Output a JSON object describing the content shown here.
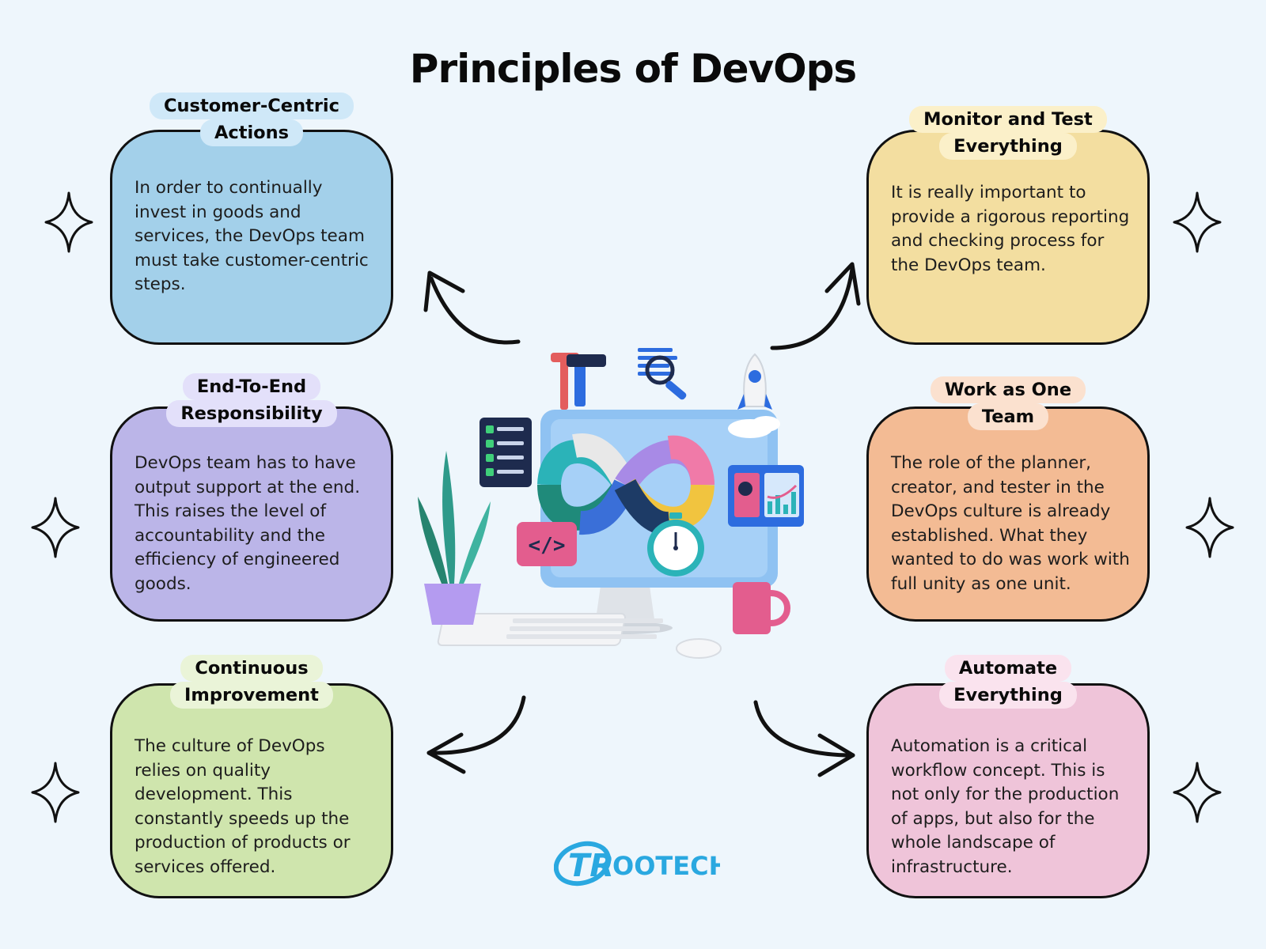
{
  "title": "Principles of DevOps",
  "colors": {
    "background": "#eef6fc",
    "blue": "#a3d0ea",
    "blue_tab": "#cfe8f8",
    "yellow": "#f3dea0",
    "yellow_tab": "#fbf0c9",
    "purple": "#bbb5e8",
    "purple_tab": "#e3e0fa",
    "orange": "#f3bb94",
    "orange_tab": "#fbe1cf",
    "green": "#cfe5ad",
    "green_tab": "#eaf4d8",
    "pink": "#efc4d9",
    "pink_tab": "#fae3ee"
  },
  "cards": [
    {
      "title_lines": [
        "Customer-Centric",
        "Actions"
      ],
      "text": "In order to continually invest in goods and services, the DevOps team must take customer-centric steps."
    },
    {
      "title_lines": [
        "Monitor and Test",
        "Everything"
      ],
      "text": "It is really important to provide a rigorous reporting and checking process for the DevOps team."
    },
    {
      "title_lines": [
        "End-To-End",
        "Responsibility"
      ],
      "text": "DevOps team has to have output support at the end. This raises the level of accountability and the efficiency of engineered goods."
    },
    {
      "title_lines": [
        "Work as One",
        "Team"
      ],
      "text": "The role of the planner, creator, and tester in the DevOps culture is already established. What they wanted to do was work with full unity as one unit."
    },
    {
      "title_lines": [
        "Continuous",
        "Improvement"
      ],
      "text": "The culture of DevOps relies on quality development. This constantly speeds up the production of products or services offered."
    },
    {
      "title_lines": [
        "Automate",
        "Everything"
      ],
      "text": "Automation is a critical workflow concept. This is not only for the production of apps, but also for the whole landscape of infrastructure."
    }
  ],
  "logo": {
    "prefix": "TR",
    "suffix": "OOTECH"
  },
  "icons": {
    "center": "devops-workstation-illustration",
    "sparkle": "sparkle-icon",
    "arrow": "curved-arrow-icon"
  }
}
